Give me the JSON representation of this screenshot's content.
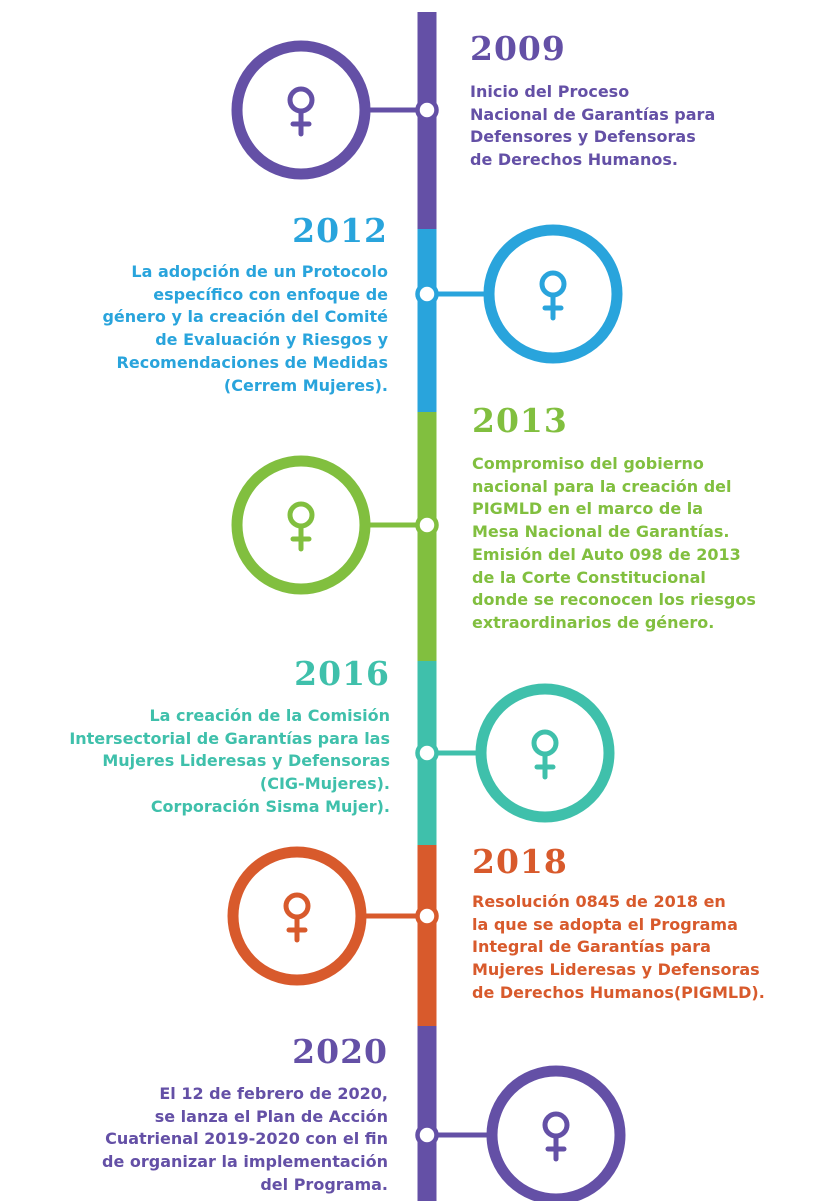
{
  "colors": {
    "purple": "#6450a6",
    "blue": "#29a4dc",
    "green": "#81bf3f",
    "teal": "#3fc0ab",
    "orange": "#d85a2c"
  },
  "icon": "female-symbol-icon",
  "milestones": [
    {
      "year": "2009",
      "color": "#6450a6",
      "side": "right",
      "lines": [
        "Inicio del Proceso",
        "Nacional de Garantías para",
        "Defensores y Defensoras",
        "de Derechos Humanos."
      ]
    },
    {
      "year": "2012",
      "color": "#29a4dc",
      "side": "left",
      "lines": [
        "La adopción de un Protocolo",
        "específico con enfoque de",
        "género y la creación del Comité",
        "de Evaluación y Riesgos y",
        "Recomendaciones de Medidas",
        "(Cerrem Mujeres)."
      ]
    },
    {
      "year": "2013",
      "color": "#81bf3f",
      "side": "right",
      "lines": [
        "Compromiso del gobierno",
        "nacional para la creación del",
        "PIGMLD en el marco de la",
        "Mesa Nacional de Garantías.",
        "Emisión del Auto 098 de 2013",
        "de la Corte Constitucional",
        "donde se reconocen los riesgos",
        "extraordinarios de género."
      ]
    },
    {
      "year": "2016",
      "color": "#3fc0ab",
      "side": "left",
      "lines": [
        "La creación de la Comisión",
        "Intersectorial de Garantías para las",
        "Mujeres Lideresas y Defensoras",
        "(CIG-Mujeres).",
        "Corporación Sisma Mujer)."
      ]
    },
    {
      "year": "2018",
      "color": "#d85a2c",
      "side": "right",
      "lines": [
        "Resolución 0845 de 2018 en",
        "la que se adopta el Programa",
        "Integral de Garantías para",
        "Mujeres Lideresas y Defensoras",
        "de Derechos Humanos(PIGMLD)."
      ]
    },
    {
      "year": "2020",
      "color": "#6450a6",
      "side": "left",
      "lines": [
        "El 12 de febrero de 2020,",
        "se lanza el Plan de Acción",
        "Cuatrienal 2019-2020 con el fin",
        "de organizar la implementación",
        "del Programa."
      ]
    }
  ]
}
